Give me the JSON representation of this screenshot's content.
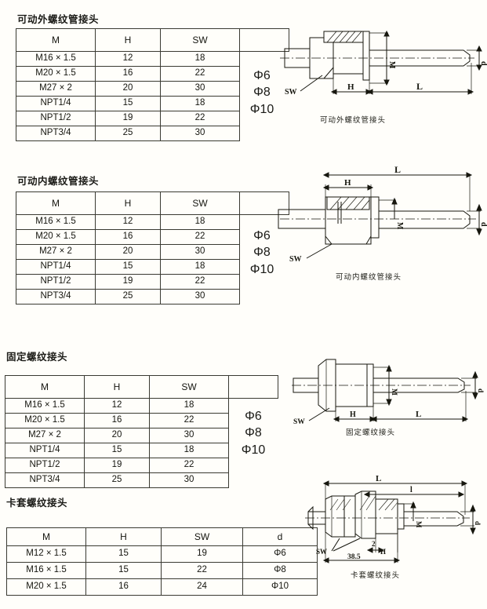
{
  "document": {
    "background_color": "#fffefa",
    "line_color": "#3a3a32"
  },
  "sections": [
    {
      "title": "可动外螺纹管接头",
      "diagram_caption": "可动外螺纹管接头",
      "table": {
        "headers": [
          "M",
          "H",
          "SW"
        ],
        "rows": [
          [
            "M16 × 1.5",
            "12",
            "18"
          ],
          [
            "M20 × 1.5",
            "16",
            "22"
          ],
          [
            "M27 × 2",
            "20",
            "30"
          ],
          [
            "NPT1/4",
            "15",
            "18"
          ],
          [
            "NPT1/2",
            "19",
            "22"
          ],
          [
            "NPT3/4",
            "25",
            "30"
          ]
        ],
        "phi_values": [
          "Φ6",
          "Φ8",
          "Φ10"
        ]
      },
      "diagram_labels": {
        "sw": "SW",
        "h": "H",
        "l": "L",
        "m": "M",
        "d": "d"
      }
    },
    {
      "title": "可动内螺纹管接头",
      "diagram_caption": "可动内螺纹管接头",
      "table": {
        "headers": [
          "M",
          "H",
          "SW"
        ],
        "rows": [
          [
            "M16 × 1.5",
            "12",
            "18"
          ],
          [
            "M20 × 1.5",
            "16",
            "22"
          ],
          [
            "M27 × 2",
            "20",
            "30"
          ],
          [
            "NPT1/4",
            "15",
            "18"
          ],
          [
            "NPT1/2",
            "19",
            "22"
          ],
          [
            "NPT3/4",
            "25",
            "30"
          ]
        ],
        "phi_values": [
          "Φ6",
          "Φ8",
          "Φ10"
        ]
      },
      "diagram_labels": {
        "sw": "SW",
        "h": "H",
        "l": "L",
        "m": "M",
        "d": "d"
      }
    },
    {
      "title": "固定螺纹接头",
      "diagram_caption": "固定螺纹接头",
      "table": {
        "headers": [
          "M",
          "H",
          "SW"
        ],
        "rows": [
          [
            "M16 × 1.5",
            "12",
            "18"
          ],
          [
            "M20 × 1.5",
            "16",
            "22"
          ],
          [
            "M27 × 2",
            "20",
            "30"
          ],
          [
            "NPT1/4",
            "15",
            "18"
          ],
          [
            "NPT1/2",
            "19",
            "22"
          ],
          [
            "NPT3/4",
            "25",
            "30"
          ]
        ],
        "phi_values": [
          "Φ6",
          "Φ8",
          "Φ10"
        ]
      },
      "diagram_labels": {
        "sw": "SW",
        "h": "H",
        "l": "L",
        "m": "M",
        "d": "d"
      }
    },
    {
      "title": "卡套螺纹接头",
      "diagram_caption": "卡套螺纹接头",
      "table": {
        "headers": [
          "M",
          "H",
          "SW",
          "d"
        ],
        "rows": [
          [
            "M12 × 1.5",
            "15",
            "19",
            "Φ6"
          ],
          [
            "M16 × 1.5",
            "15",
            "22",
            "Φ8"
          ],
          [
            "M20 × 1.5",
            "16",
            "24",
            "Φ10"
          ]
        ]
      },
      "diagram_labels": {
        "sw": "SW",
        "h": "H",
        "l": "L",
        "l_small": "l",
        "m": "M",
        "d": "d",
        "dim2": "2",
        "dim385": "38.5"
      }
    }
  ]
}
